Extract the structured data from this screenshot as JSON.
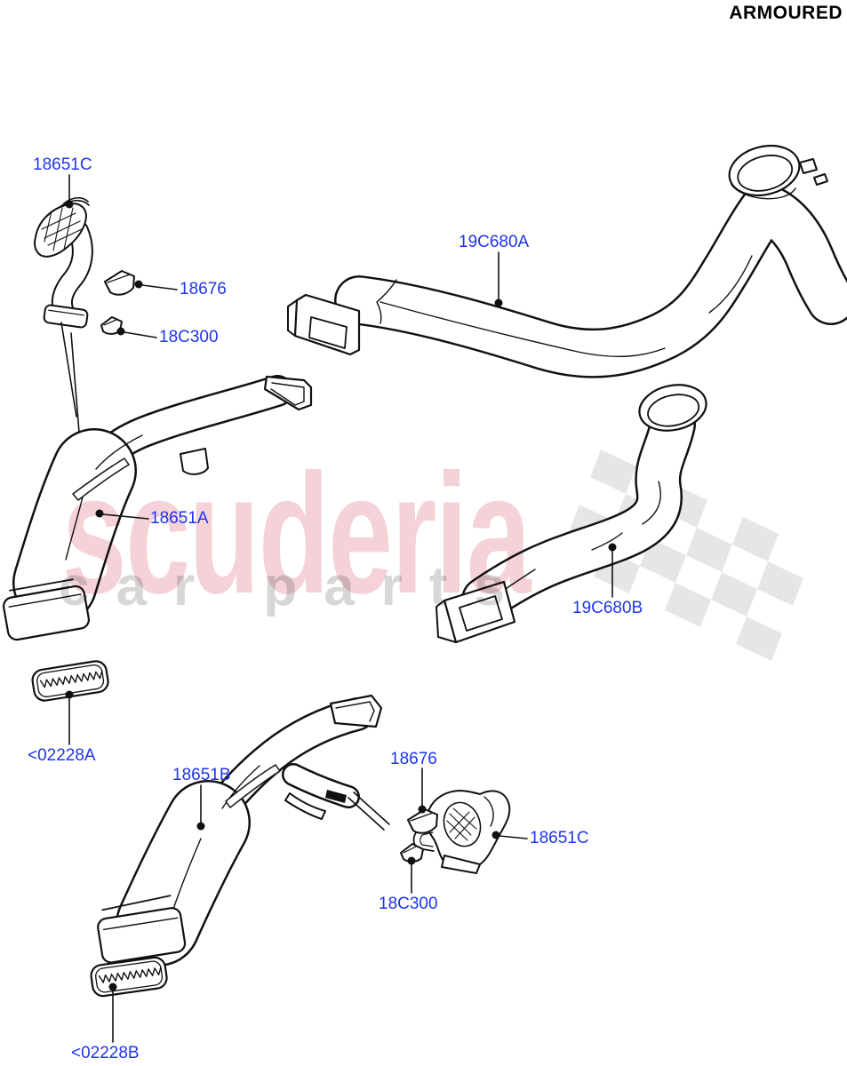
{
  "title": "ARMOURED",
  "watermark": {
    "brand": "scuderia",
    "tagline": "car parts"
  },
  "colors": {
    "label_blue": "#1e35eb",
    "line_black": "#111111",
    "watermark_pink": "#f4d2d7",
    "watermark_gray": "#d7d7d7",
    "flag_gray": "#e6e6e6"
  },
  "part_labels": [
    "18651C",
    "18676",
    "18C300",
    "19C680A",
    "18651A",
    "19C680B",
    "<02228A",
    "18651B",
    "18676",
    "18651C",
    "18C300",
    "<02228B"
  ]
}
